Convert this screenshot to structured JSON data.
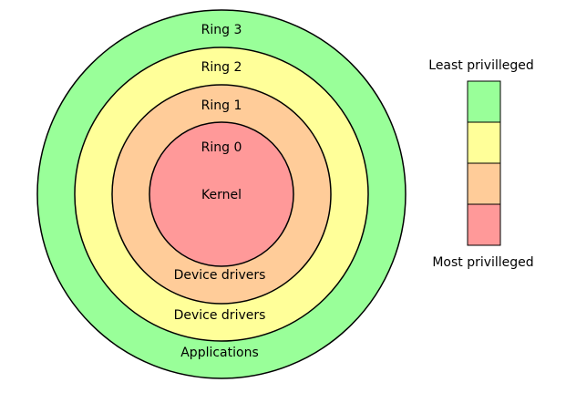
{
  "colors": {
    "ring3": "#99ff99",
    "ring2": "#ffff99",
    "ring1": "#ffcc99",
    "ring0": "#ff9999",
    "outline": "#000000",
    "background": "#ffffff"
  },
  "rings": {
    "ring3": {
      "label": "Ring 3",
      "sublabel": "Applications"
    },
    "ring2": {
      "label": "Ring 2",
      "sublabel": "Device drivers"
    },
    "ring1": {
      "label": "Ring 1",
      "sublabel": "Device drivers"
    },
    "ring0": {
      "label": "Ring 0",
      "sublabel": "Kernel"
    }
  },
  "legend": {
    "top_label": "Least privilleged",
    "bottom_label": "Most privilleged"
  }
}
